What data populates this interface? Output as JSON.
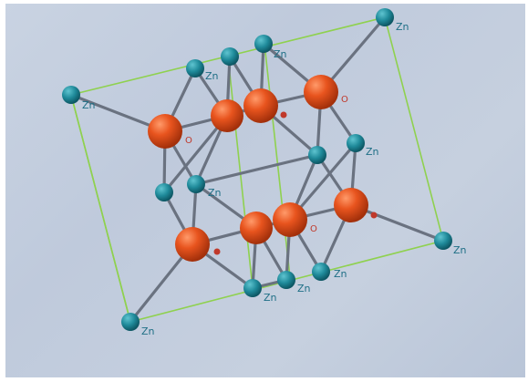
{
  "image": {
    "atom_labels": {
      "zn": "Zn",
      "o": "O"
    },
    "colors": {
      "background": "#c4cede",
      "zn_atom": "#1f8a9a",
      "o_atom": "#e8541e",
      "bond": "#6a7280",
      "cell_edge": "#8fd14f"
    },
    "atom_types": [
      "zinc-atom",
      "oxygen-atom"
    ]
  }
}
